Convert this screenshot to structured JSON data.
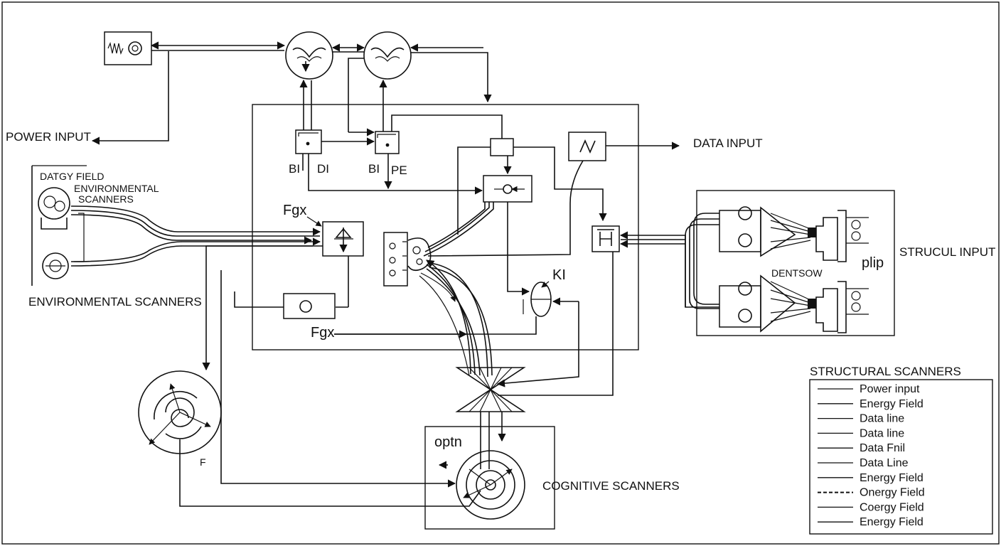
{
  "labels": {
    "power_input": "POWER INPUT",
    "data_input": "DATA INPUT",
    "datgy_field": "DATGY FIELD",
    "env_scanners_small": "ENVIRONMENTAL\nSCANNERS",
    "environmental_scanners": "ENVIRONMENTAL SCANNERS",
    "fgx_top": "Fgx",
    "fgx_bottom": "Fgx",
    "bi_1": "BI",
    "di": "DI",
    "bi_2": "BI",
    "pe": "PE",
    "ki": "KI",
    "f_small": "F",
    "strucul_input": "STRUCUL INPUT",
    "plip": "plip",
    "dentsow": "DENTSOW",
    "optn": "optn",
    "cognitive_scanners": "COGNITIVE SCANNERS"
  },
  "legend": {
    "title": "STRUCTURAL SCANNERS",
    "items": [
      {
        "label": "Power input",
        "style": "solid"
      },
      {
        "label": "Energy Field",
        "style": "solid"
      },
      {
        "label": "Data line",
        "style": "solid"
      },
      {
        "label": "Data line",
        "style": "solid"
      },
      {
        "label": "Data Fnil",
        "style": "solid"
      },
      {
        "label": "Data Line",
        "style": "solid"
      },
      {
        "label": "Energy Field",
        "style": "solid"
      },
      {
        "label": "Onergy Field",
        "style": "dashed"
      },
      {
        "label": "Coergy Field",
        "style": "solid"
      },
      {
        "label": "Energy Field",
        "style": "solid"
      }
    ]
  },
  "colors": {
    "ink": "#111111",
    "background": "#ffffff"
  }
}
